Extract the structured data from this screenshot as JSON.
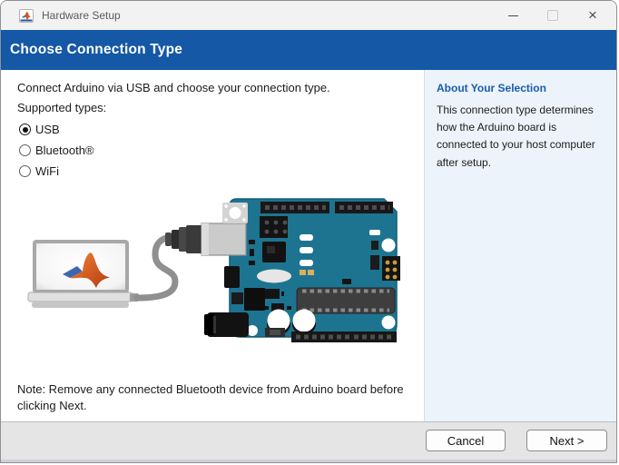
{
  "window": {
    "title": "Hardware Setup",
    "controls": {
      "minimize_icon": "minimize-dash",
      "maximize_icon": "maximize-box-disabled",
      "close_glyph": "×"
    }
  },
  "header": {
    "title": "Choose Connection Type"
  },
  "main": {
    "intro": "Connect Arduino via USB and choose your connection type.",
    "supported_label": "Supported types:",
    "options": [
      {
        "label": "USB",
        "selected": true
      },
      {
        "label": "Bluetooth®",
        "selected": false
      },
      {
        "label": "WiFi",
        "selected": false
      }
    ],
    "illustration": "laptop-with-matlab-logo connected by usb-cable to arduino-board",
    "note": "Note: Remove any connected Bluetooth device from Arduino board before clicking Next."
  },
  "sidebar": {
    "heading": "About Your Selection",
    "body": "This connection type determines how the Arduino board is connected to your host computer after setup."
  },
  "footer": {
    "cancel_label": "Cancel",
    "next_label": "Next >"
  },
  "colors": {
    "header_blue": "#1458a6",
    "sidebar_bg": "#ecf3fb",
    "sidebar_heading_blue": "#1a5cab",
    "titlebar_bg": "#f2f2f2",
    "footer_bg": "#e5e5e5",
    "board_teal": "#1d7490",
    "matlab_orange": "#e2641f",
    "matlab_blue": "#3d68b0"
  }
}
